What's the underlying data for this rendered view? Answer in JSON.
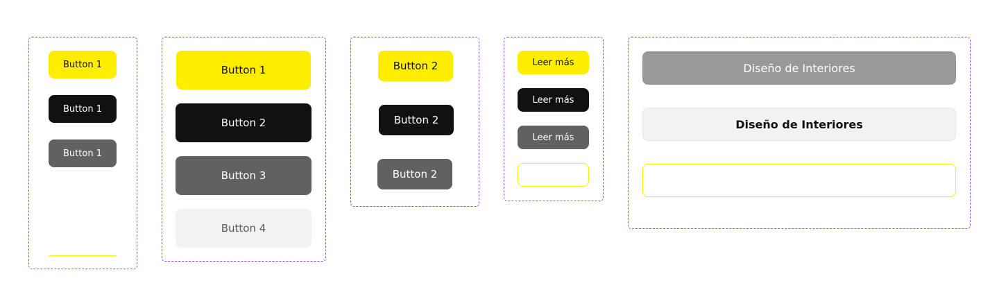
{
  "frame1": {
    "btn_yellow": "Button 1",
    "btn_black": "Button 1",
    "btn_gray": "Button 1"
  },
  "frame2": {
    "btn_yellow": "Button 1",
    "btn_black": "Button 2",
    "btn_gray": "Button 3",
    "btn_light": "Button 4"
  },
  "frame3": {
    "btn_yellow": "Button 2",
    "btn_black": "Button 2",
    "btn_gray": "Button 2"
  },
  "frame4": {
    "btn_yellow": "Leer más",
    "btn_black": "Leer más",
    "btn_gray": "Leer más",
    "btn_outline": ""
  },
  "frame5": {
    "btn_mid": "Diseño de Interiores",
    "btn_light": "Diseño de Interiores",
    "btn_outline": ""
  },
  "colors": {
    "frame_border": "#9747ff",
    "yellow": "#ffed00",
    "black": "#111111",
    "gray": "#616161",
    "light": "#f2f2f2",
    "mid": "#999999"
  }
}
